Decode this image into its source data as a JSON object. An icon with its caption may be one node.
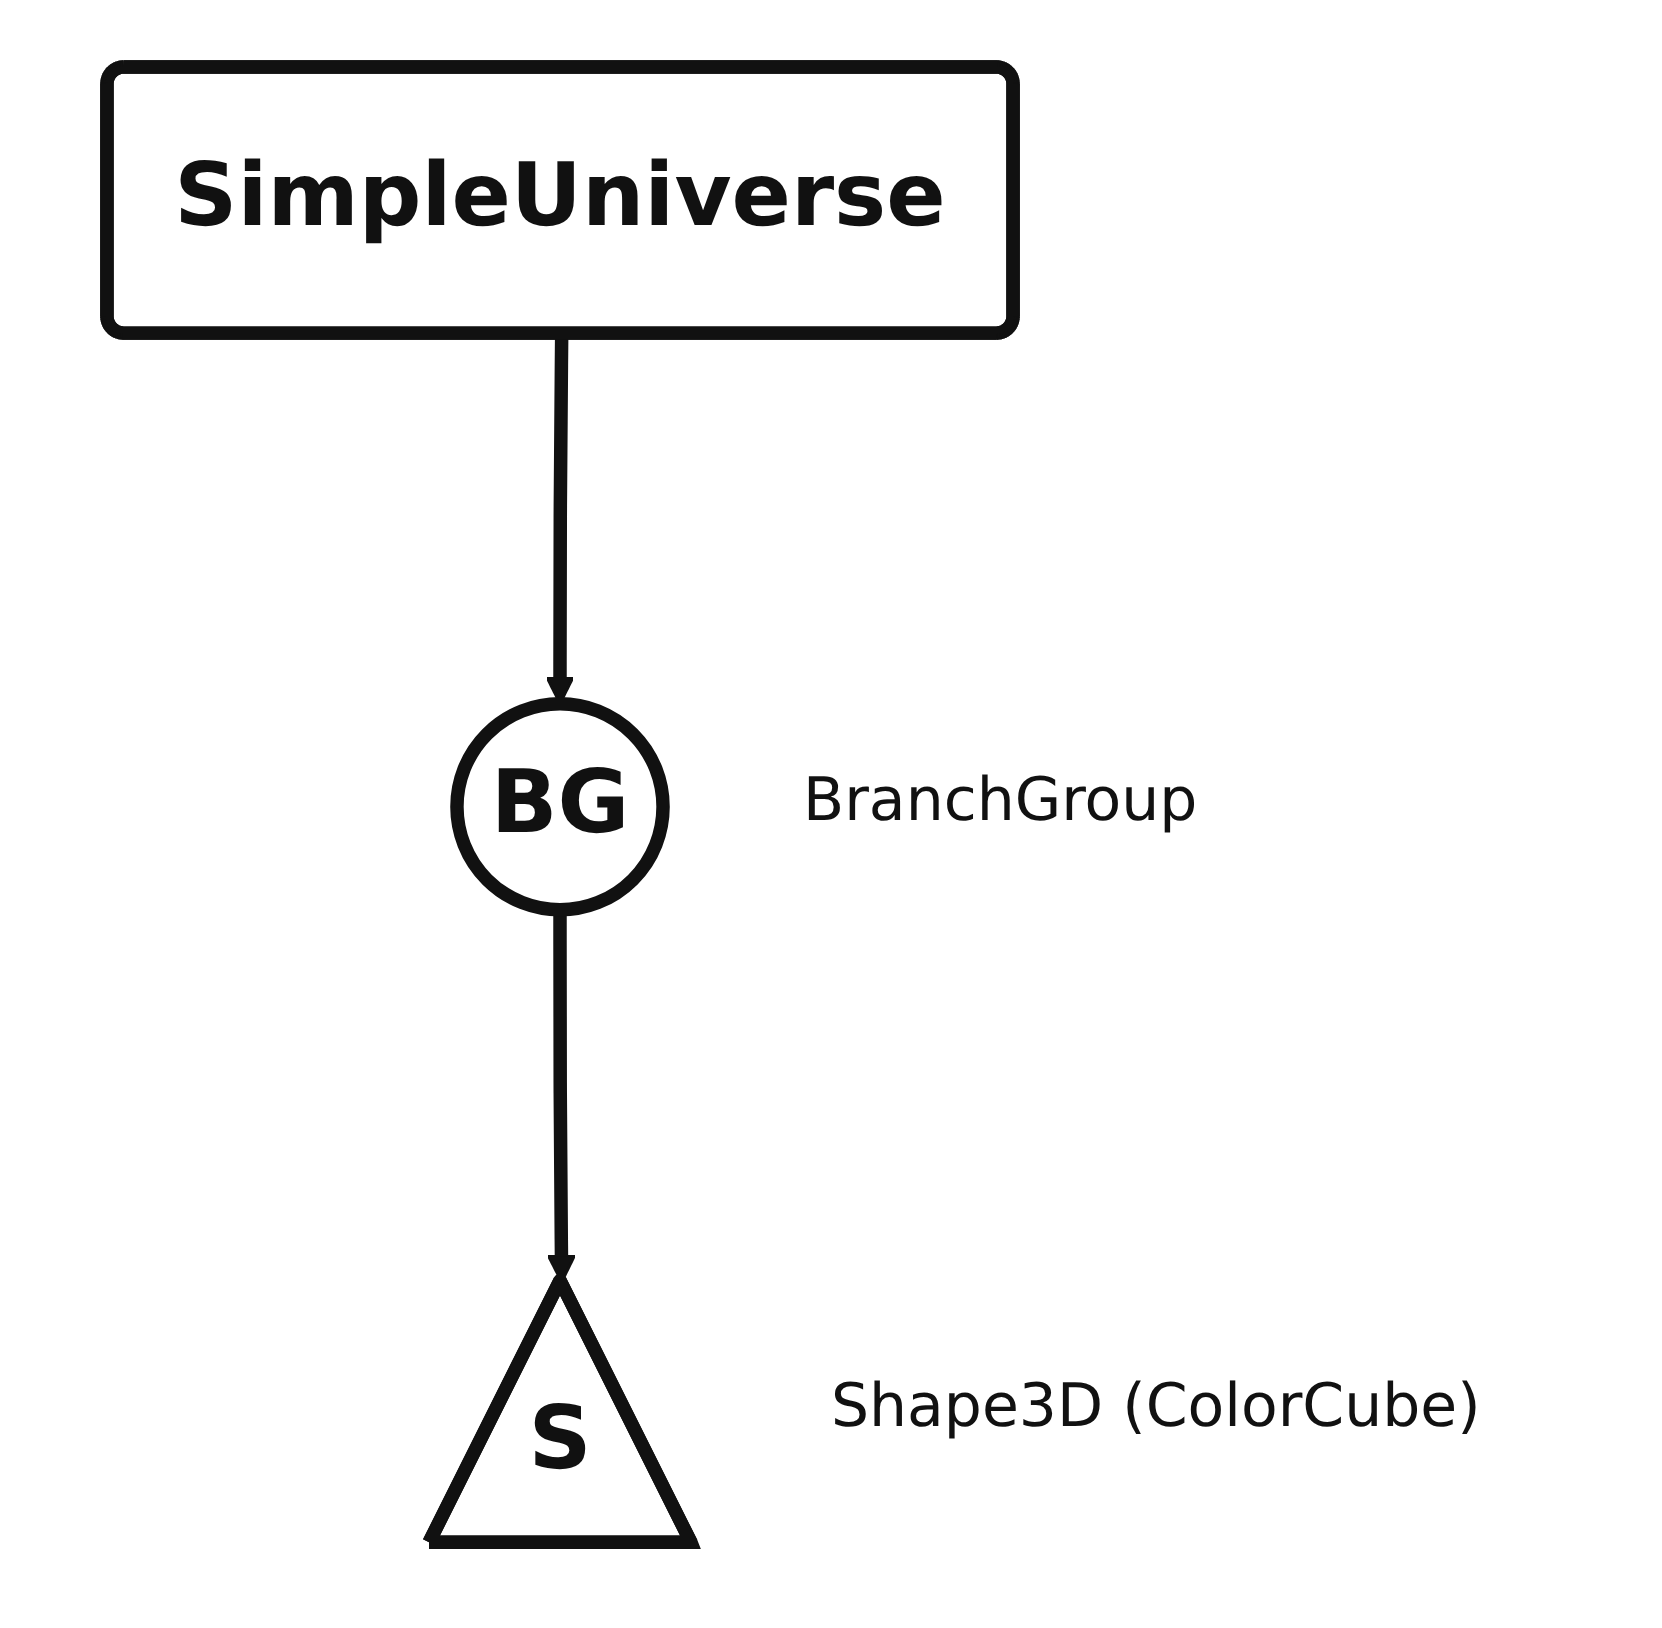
{
  "diagram": {
    "nodes": [
      {
        "text": [
          "SimpleUniverse"
        ]
      },
      {
        "text": [
          "BG"
        ],
        "beside": [
          "BranchGroup"
        ]
      },
      {
        "text": [
          "S"
        ],
        "beside": [
          "Shape3D (ColorCube)"
        ]
      }
    ],
    "edges": [
      {
        "from": 0,
        "to": 1,
        "arrow": "to"
      },
      {
        "from": 1,
        "to": 2,
        "arrow": "to"
      }
    ]
  }
}
